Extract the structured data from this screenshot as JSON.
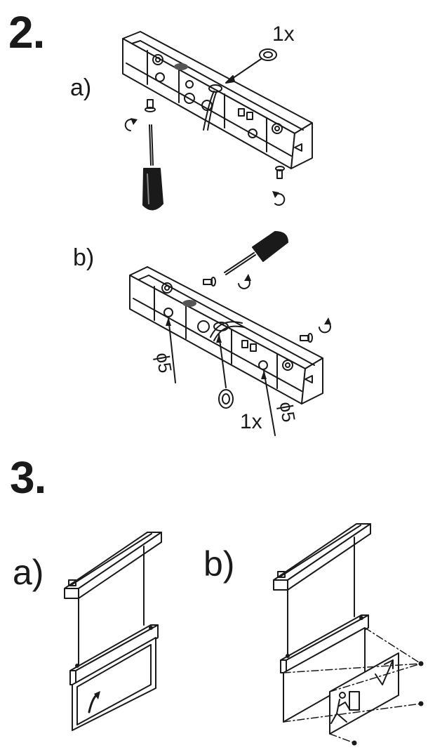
{
  "step2": {
    "number": "2.",
    "a": {
      "label": "a)",
      "grommet_qty": "1x"
    },
    "b": {
      "label": "b)",
      "grommet_qty": "1x",
      "diameter_left": "ϕ5",
      "diameter_right": "ϕ5"
    }
  },
  "step3": {
    "number": "3.",
    "a": {
      "label": "a)"
    },
    "b": {
      "label": "b)"
    }
  }
}
